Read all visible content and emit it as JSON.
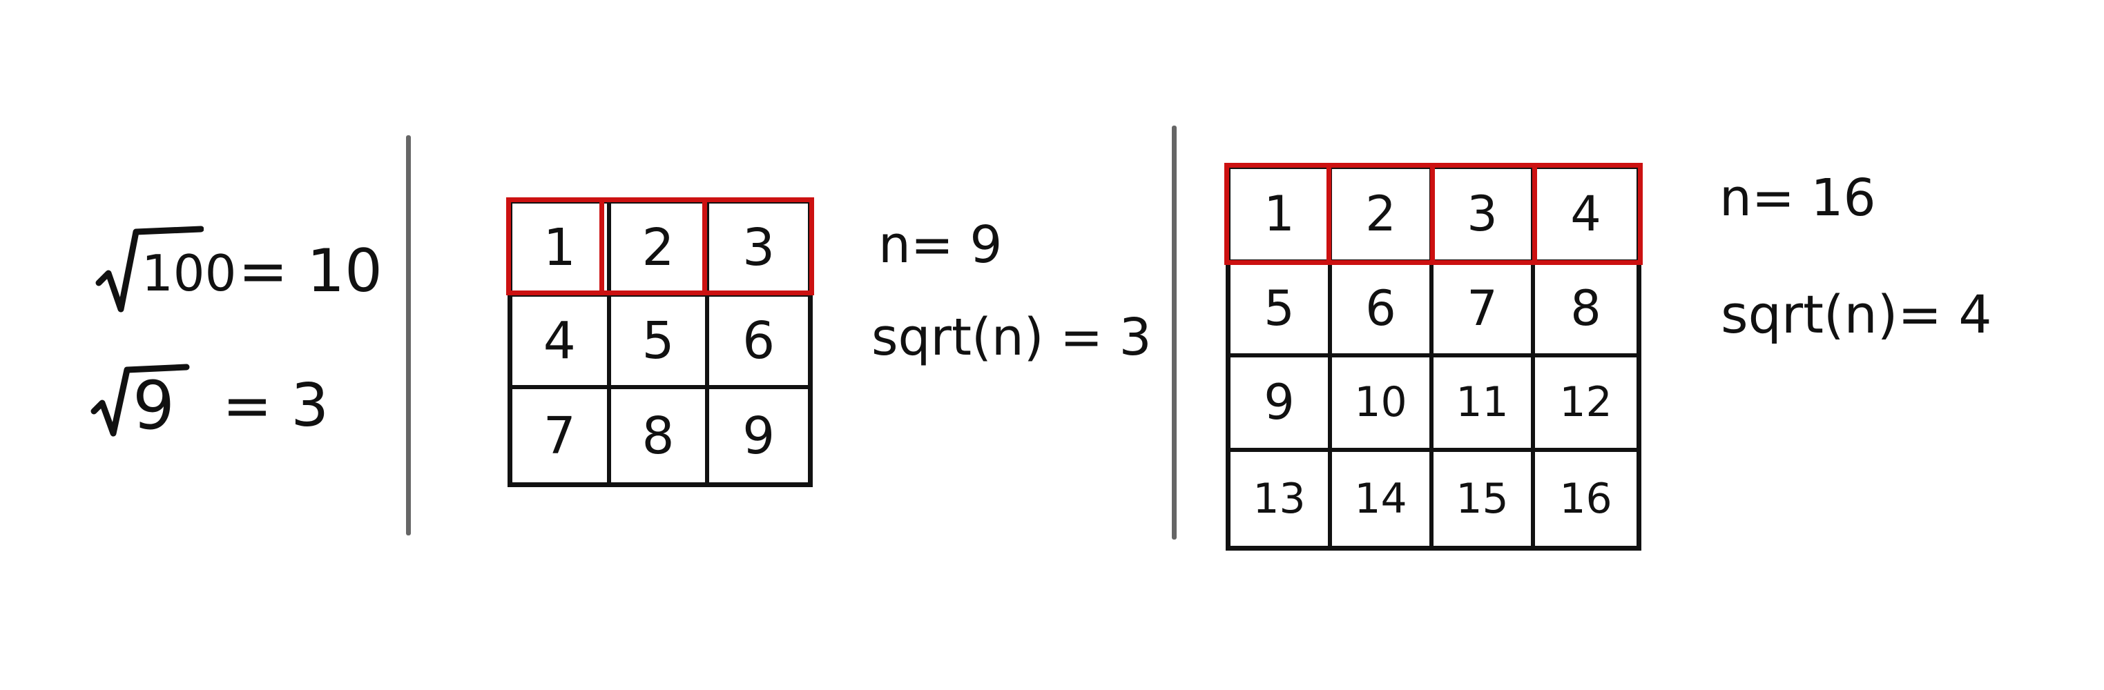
{
  "left_panel": {
    "eq1": {
      "radicand": "100",
      "result": "= 10"
    },
    "eq2": {
      "radicand": "9",
      "result": "= 3"
    }
  },
  "middle_panel": {
    "grid": [
      [
        "1",
        "2",
        "3"
      ],
      [
        "4",
        "5",
        "6"
      ],
      [
        "7",
        "8",
        "9"
      ]
    ],
    "highlighted_row": 1,
    "highlight_color": "#cc1111",
    "n_label": "n= 9",
    "sqrt_label": "sqrt(n) = 3"
  },
  "right_panel": {
    "grid": [
      [
        "1",
        "2",
        "3",
        "4"
      ],
      [
        "5",
        "6",
        "7",
        "8"
      ],
      [
        "9",
        "10",
        "11",
        "12"
      ],
      [
        "13",
        "14",
        "15",
        "16"
      ]
    ],
    "highlighted_row": 1,
    "highlight_color": "#cc1111",
    "n_label": "n= 16",
    "sqrt_label": "sqrt(n)= 4"
  },
  "divider_color": "#666666"
}
